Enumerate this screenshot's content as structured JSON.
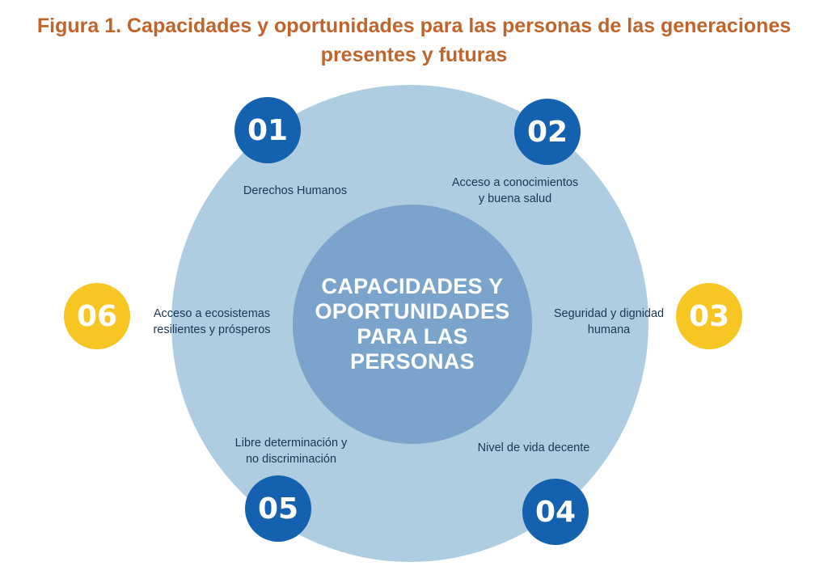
{
  "title": {
    "line1": "Figura 1. Capacidades y oportunidades para las personas de las generaciones",
    "line2": "presentes y futuras"
  },
  "center": {
    "line1": "CAPACIDADES Y",
    "line2": "OPORTUNIDADES",
    "line3": "PARA LAS",
    "line4": "PERSONAS"
  },
  "items": [
    {
      "number": "01",
      "line1": "Derechos Humanos",
      "line2": "",
      "color": "#1461b0"
    },
    {
      "number": "02",
      "line1": "Acceso a conocimientos",
      "line2": "y buena salud",
      "color": "#1461b0"
    },
    {
      "number": "03",
      "line1": "Seguridad y dignidad",
      "line2": "humana",
      "color": "#f7c623"
    },
    {
      "number": "04",
      "line1": "Nivel de vida decente",
      "line2": "",
      "color": "#1461b0"
    },
    {
      "number": "05",
      "line1": "Libre determinación y",
      "line2": "no discriminación",
      "color": "#1461b0"
    },
    {
      "number": "06",
      "line1": "Acceso a ecosistemas",
      "line2": "resilientes y prósperos",
      "color": "#f7c623"
    }
  ],
  "colors": {
    "title": "#c0642b",
    "outer_circle": "#aecde0",
    "inner_circle": "#7aa4cc",
    "badge_blue": "#1461b0",
    "badge_yellow": "#f7c623",
    "label_text": "#1c3655"
  }
}
